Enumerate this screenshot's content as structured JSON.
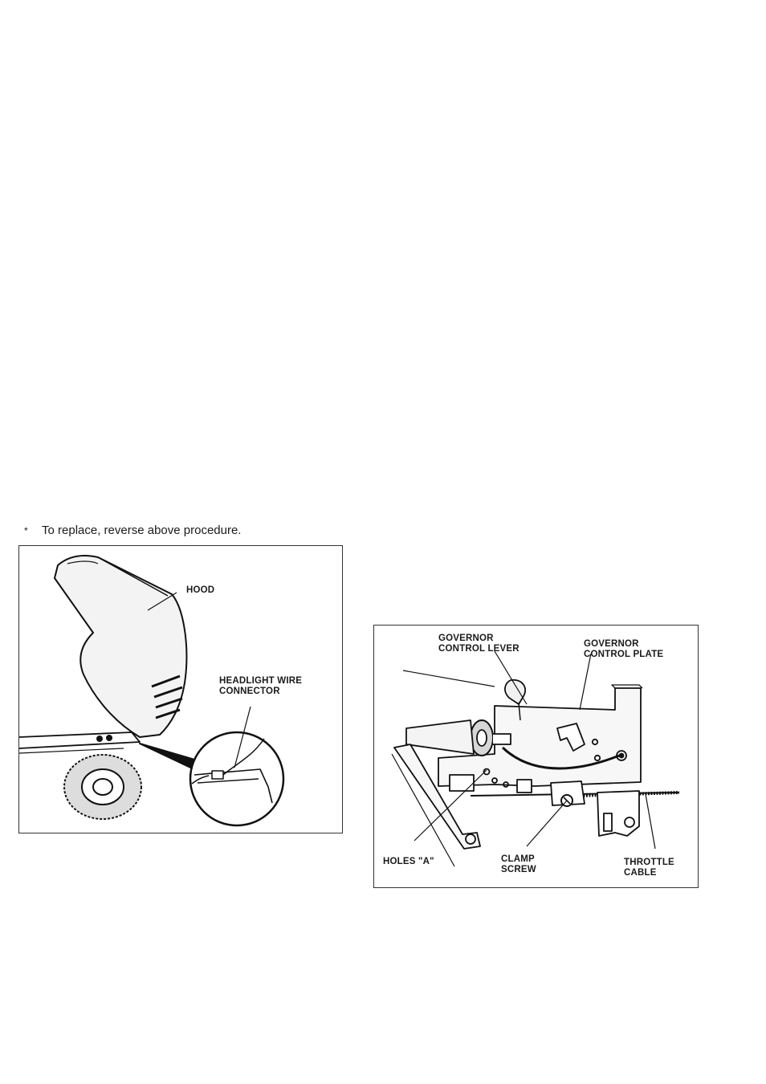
{
  "text": {
    "bullet": "*",
    "instruction": "To replace, reverse above procedure."
  },
  "figure_hood": {
    "labels": {
      "hood": "HOOD",
      "connector_line1": "HEADLIGHT WIRE",
      "connector_line2": "CONNECTOR"
    }
  },
  "figure_governor": {
    "labels": {
      "lever_line1": "GOVERNOR",
      "lever_line2": "CONTROL LEVER",
      "plate_line1": "GOVERNOR",
      "plate_line2": "CONTROL PLATE",
      "holes": "HOLES \"A\"",
      "clamp_line1": "CLAMP",
      "clamp_line2": "SCREW",
      "throttle_line1": "THROTTLE",
      "throttle_line2": "CABLE"
    }
  }
}
